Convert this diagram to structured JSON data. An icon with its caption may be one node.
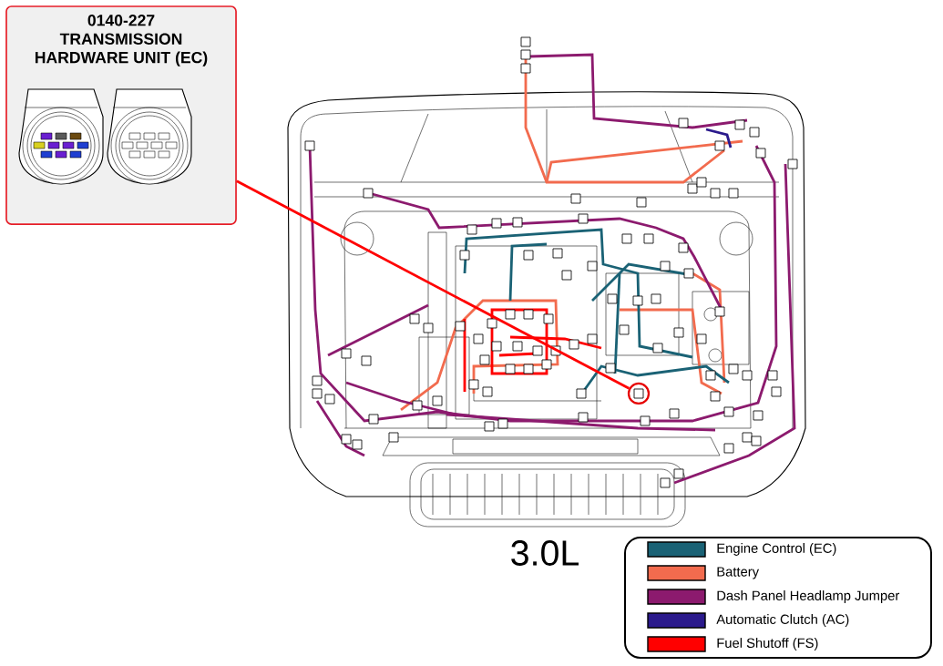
{
  "diagram": {
    "nodes": [
      {
        "text": [
          "0140-227 TRANSMISSION HARDWARE UNIT (EC)"
        ]
      },
      {
        "text": [],
        "shape": "circle"
      }
    ],
    "edges": [
      {
        "from": 0,
        "to": 1,
        "arrow": "none",
        "color": "#ff0000"
      }
    ],
    "labels": [
      "3.0L"
    ],
    "legend": [
      {
        "text": "Engine Control (EC)",
        "color": "#1a6275"
      },
      {
        "text": "Battery",
        "color": "#f26b4e"
      },
      {
        "text": "Dash Panel Headlamp Jumper",
        "color": "#8c1a6e"
      },
      {
        "text": "Automatic Clutch (AC)",
        "color": "#2b1a8c"
      },
      {
        "text": "Fuel Shutoff (FS)",
        "color": "#ff0000"
      }
    ]
  }
}
